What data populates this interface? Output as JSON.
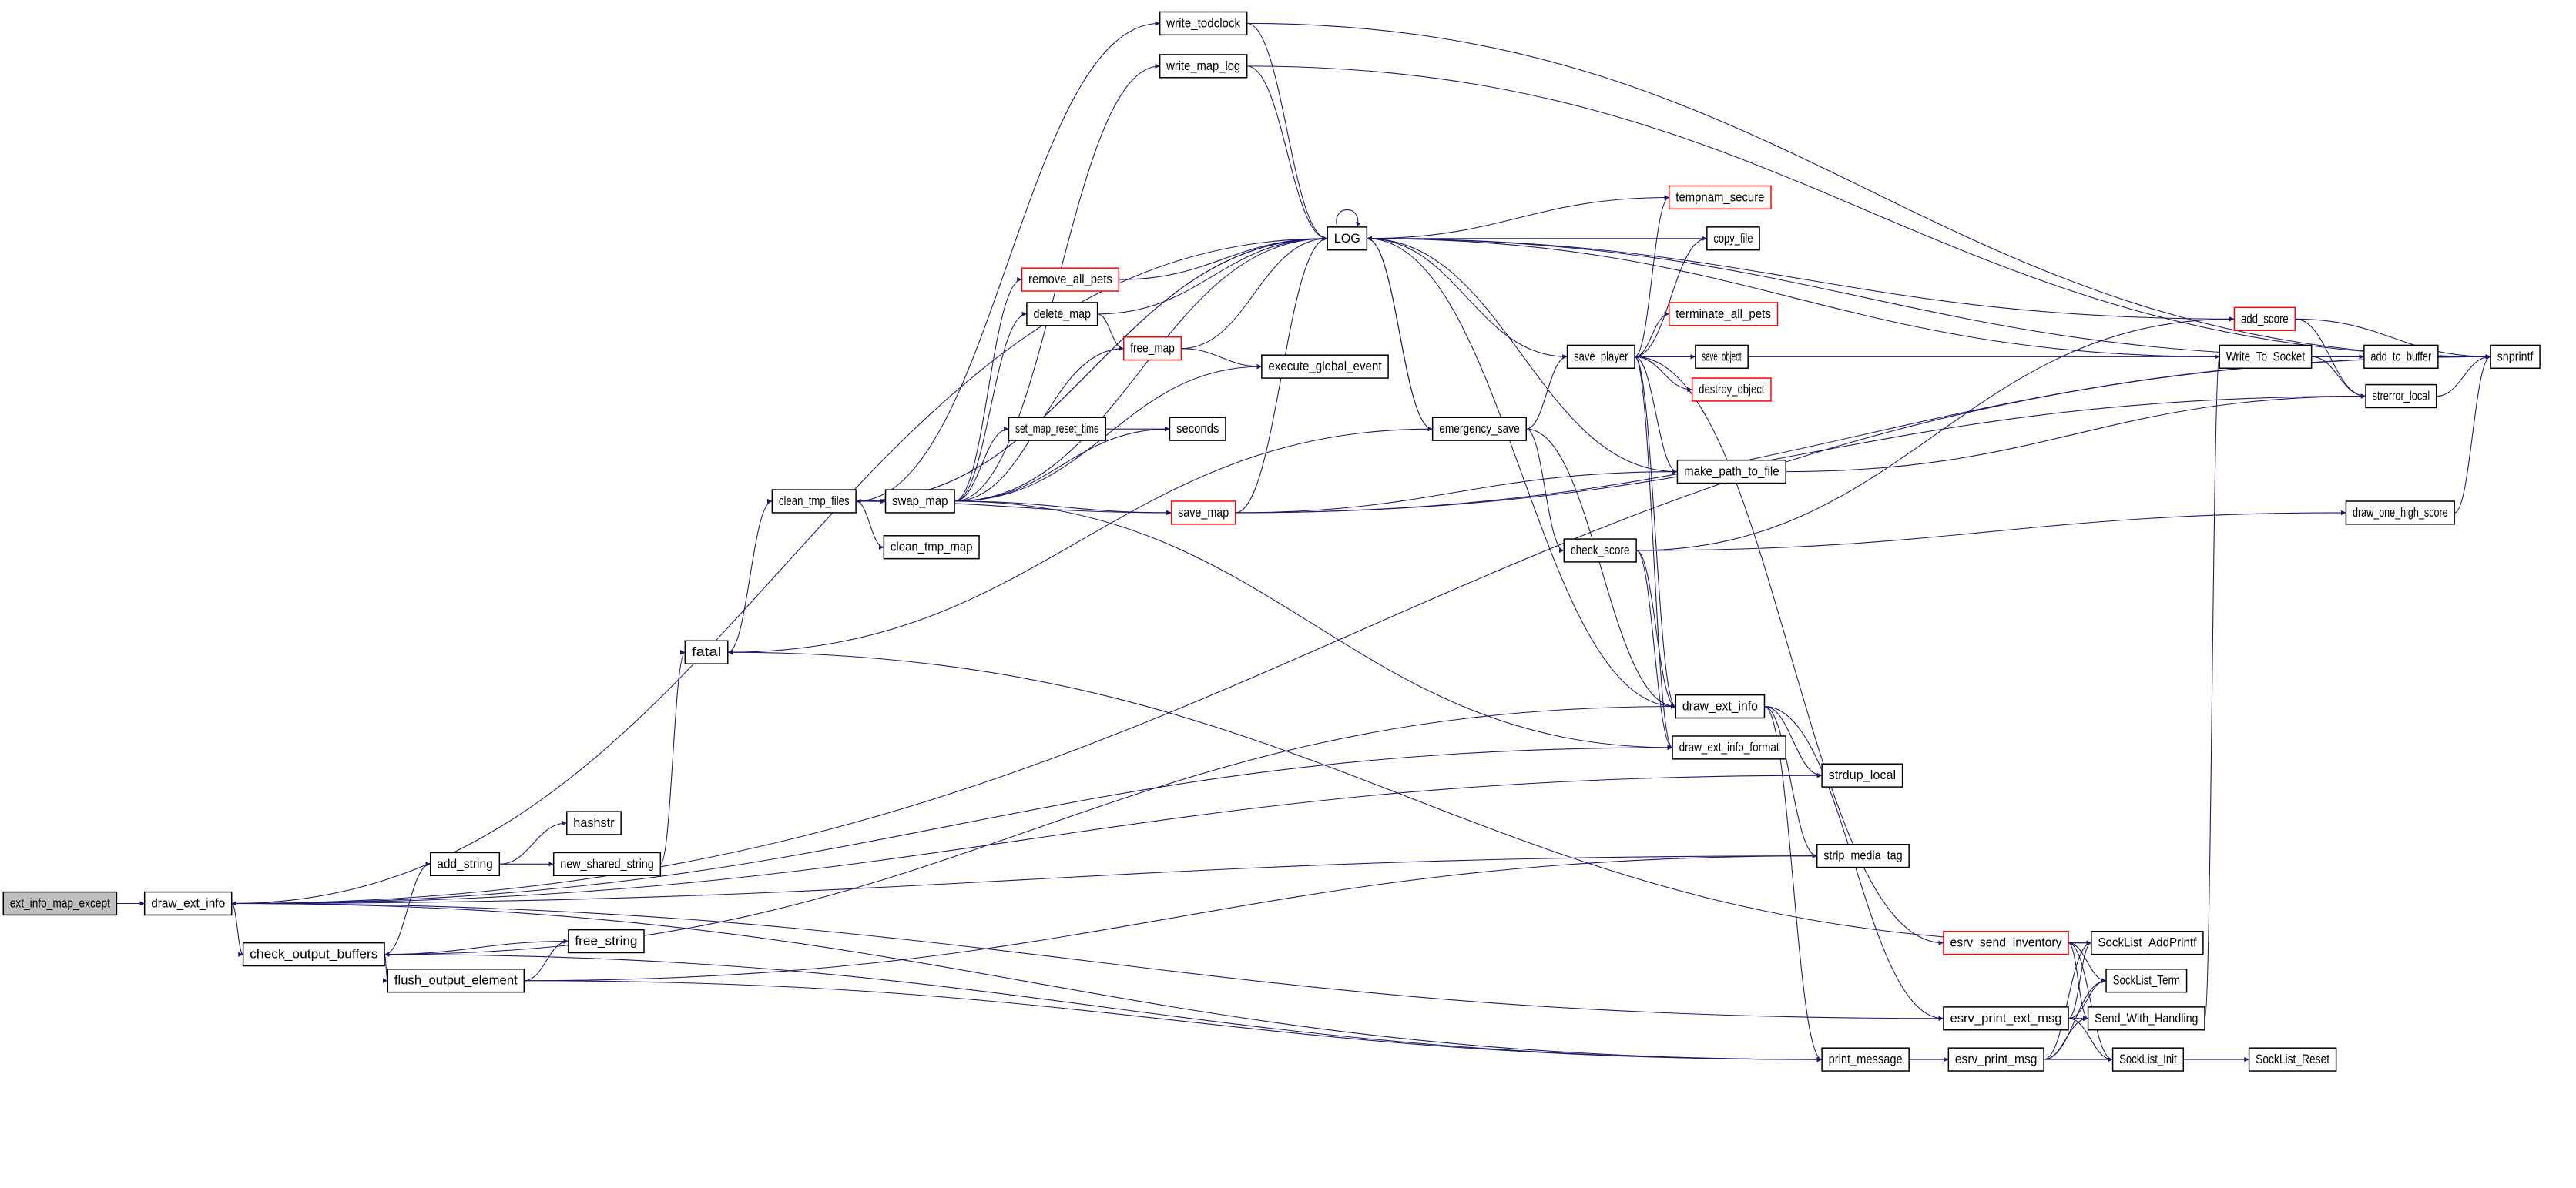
{
  "colors": {
    "edge": "#191970",
    "root_fill": "#bfbfbf",
    "node_border": "#000000",
    "truncated_border": "#ff0000"
  },
  "nodes": [
    {
      "id": "ext_info_map_except",
      "label": "ext_info_map_except",
      "root": true
    },
    {
      "id": "draw_ext_info",
      "label": "draw_ext_info"
    },
    {
      "id": "clean_tmp_files",
      "label": "clean_tmp_files"
    },
    {
      "id": "swap_map",
      "label": "swap_map"
    },
    {
      "id": "clean_tmp_map",
      "label": "clean_tmp_map"
    },
    {
      "id": "write_todclock",
      "label": "write_todclock"
    },
    {
      "id": "write_map_log",
      "label": "write_map_log"
    },
    {
      "id": "LOG",
      "label": "LOG"
    },
    {
      "id": "remove_all_pets",
      "label": "remove_all_pets",
      "truncated": true
    },
    {
      "id": "delete_map",
      "label": "delete_map"
    },
    {
      "id": "free_map",
      "label": "free_map",
      "truncated": true
    },
    {
      "id": "execute_global_event",
      "label": "execute_global_event"
    },
    {
      "id": "set_map_reset_time",
      "label": "set_map_reset_time"
    },
    {
      "id": "seconds",
      "label": "seconds"
    },
    {
      "id": "save_map",
      "label": "save_map",
      "truncated": true
    },
    {
      "id": "emergency_save",
      "label": "emergency_save"
    },
    {
      "id": "save_player",
      "label": "save_player"
    },
    {
      "id": "check_score",
      "label": "check_score"
    },
    {
      "id": "tempnam_secure",
      "label": "tempnam_secure",
      "truncated": true
    },
    {
      "id": "copy_file",
      "label": "copy_file"
    },
    {
      "id": "terminate_all_pets",
      "label": "terminate_all_pets",
      "truncated": true
    },
    {
      "id": "save_object",
      "label": "save_object"
    },
    {
      "id": "destroy_object",
      "label": "destroy_object",
      "truncated": true
    },
    {
      "id": "make_path_to_file",
      "label": "make_path_to_file"
    },
    {
      "id": "add_score",
      "label": "add_score",
      "truncated": true
    },
    {
      "id": "Write_To_Socket",
      "label": "Write_To_Socket"
    },
    {
      "id": "add_to_buffer",
      "label": "add_to_buffer"
    },
    {
      "id": "snprintf",
      "label": "snprintf"
    },
    {
      "id": "strerror_local",
      "label": "strerror_local"
    },
    {
      "id": "draw_one_high_score",
      "label": "draw_one_high_score"
    },
    {
      "id": "fatal",
      "label": "fatal"
    },
    {
      "id": "draw_ext_info_2",
      "label": "draw_ext_info"
    },
    {
      "id": "draw_ext_info_format",
      "label": "draw_ext_info_format"
    },
    {
      "id": "strdup_local",
      "label": "strdup_local"
    },
    {
      "id": "strip_media_tag",
      "label": "strip_media_tag"
    },
    {
      "id": "hashstr",
      "label": "hashstr"
    },
    {
      "id": "add_string",
      "label": "add_string"
    },
    {
      "id": "new_shared_string",
      "label": "new_shared_string"
    },
    {
      "id": "check_output_buffers",
      "label": "check_output_buffers"
    },
    {
      "id": "free_string",
      "label": "free_string"
    },
    {
      "id": "flush_output_element",
      "label": "flush_output_element"
    },
    {
      "id": "esrv_send_inventory",
      "label": "esrv_send_inventory",
      "truncated": true
    },
    {
      "id": "SockList_AddPrintf",
      "label": "SockList_AddPrintf"
    },
    {
      "id": "SockList_Term",
      "label": "SockList_Term"
    },
    {
      "id": "esrv_print_ext_msg",
      "label": "esrv_print_ext_msg"
    },
    {
      "id": "Send_With_Handling",
      "label": "Send_With_Handling"
    },
    {
      "id": "print_message",
      "label": "print_message"
    },
    {
      "id": "esrv_print_msg",
      "label": "esrv_print_msg"
    },
    {
      "id": "SockList_Init",
      "label": "SockList_Init"
    },
    {
      "id": "SockList_Reset",
      "label": "SockList_Reset"
    }
  ],
  "edges": [
    [
      "ext_info_map_except",
      "draw_ext_info"
    ],
    [
      "draw_ext_info",
      "LOG"
    ],
    [
      "draw_ext_info",
      "check_output_buffers"
    ],
    [
      "draw_ext_info",
      "snprintf"
    ],
    [
      "draw_ext_info",
      "strdup_local"
    ],
    [
      "draw_ext_info",
      "strip_media_tag"
    ],
    [
      "draw_ext_info",
      "print_message"
    ],
    [
      "draw_ext_info",
      "esrv_print_ext_msg"
    ],
    [
      "draw_ext_info_format",
      "draw_ext_info"
    ],
    [
      "check_output_buffers",
      "add_string"
    ],
    [
      "check_output_buffers",
      "free_string"
    ],
    [
      "check_output_buffers",
      "flush_output_element"
    ],
    [
      "check_output_buffers",
      "print_message"
    ],
    [
      "flush_output_element",
      "free_string"
    ],
    [
      "flush_output_element",
      "print_message"
    ],
    [
      "flush_output_element",
      "strip_media_tag"
    ],
    [
      "add_string",
      "hashstr"
    ],
    [
      "add_string",
      "new_shared_string"
    ],
    [
      "new_shared_string",
      "fatal"
    ],
    [
      "fatal",
      "clean_tmp_files"
    ],
    [
      "fatal",
      "emergency_save"
    ],
    [
      "SockList_AddPrintf",
      "fatal"
    ],
    [
      "clean_tmp_files",
      "LOG"
    ],
    [
      "LOG",
      "clean_tmp_files"
    ],
    [
      "clean_tmp_files",
      "swap_map"
    ],
    [
      "clean_tmp_files",
      "clean_tmp_map"
    ],
    [
      "clean_tmp_files",
      "save_map"
    ],
    [
      "clean_tmp_files",
      "write_todclock"
    ],
    [
      "swap_map",
      "write_map_log"
    ],
    [
      "swap_map",
      "LOG"
    ],
    [
      "swap_map",
      "remove_all_pets"
    ],
    [
      "swap_map",
      "delete_map"
    ],
    [
      "swap_map",
      "free_map"
    ],
    [
      "swap_map",
      "execute_global_event"
    ],
    [
      "swap_map",
      "set_map_reset_time"
    ],
    [
      "swap_map",
      "seconds"
    ],
    [
      "swap_map",
      "save_map"
    ],
    [
      "swap_map",
      "draw_ext_info_format"
    ],
    [
      "write_todclock",
      "LOG"
    ],
    [
      "write_todclock",
      "snprintf"
    ],
    [
      "write_map_log",
      "LOG"
    ],
    [
      "write_map_log",
      "snprintf"
    ],
    [
      "remove_all_pets",
      "LOG"
    ],
    [
      "delete_map",
      "LOG"
    ],
    [
      "delete_map",
      "free_map"
    ],
    [
      "free_map",
      "LOG"
    ],
    [
      "free_map",
      "execute_global_event"
    ],
    [
      "set_map_reset_time",
      "seconds"
    ],
    [
      "save_map",
      "LOG"
    ],
    [
      "save_map",
      "make_path_to_file"
    ],
    [
      "save_map",
      "strerror_local"
    ],
    [
      "save_map",
      "snprintf"
    ],
    [
      "LOG",
      "LOG"
    ],
    [
      "LOG",
      "emergency_save"
    ],
    [
      "emergency_save",
      "LOG"
    ],
    [
      "emergency_save",
      "save_player"
    ],
    [
      "emergency_save",
      "check_score"
    ],
    [
      "emergency_save",
      "draw_ext_info_2"
    ],
    [
      "save_player",
      "LOG"
    ],
    [
      "save_player",
      "tempnam_secure"
    ],
    [
      "save_player",
      "copy_file"
    ],
    [
      "save_player",
      "terminate_all_pets"
    ],
    [
      "save_player",
      "save_object"
    ],
    [
      "save_player",
      "destroy_object"
    ],
    [
      "save_player",
      "make_path_to_file"
    ],
    [
      "save_player",
      "snprintf"
    ],
    [
      "save_player",
      "draw_ext_info_2"
    ],
    [
      "save_player",
      "draw_ext_info_format"
    ],
    [
      "save_player",
      "esrv_send_inventory"
    ],
    [
      "tempnam_secure",
      "LOG"
    ],
    [
      "copy_file",
      "LOG"
    ],
    [
      "make_path_to_file",
      "LOG"
    ],
    [
      "make_path_to_file",
      "strerror_local"
    ],
    [
      "check_score",
      "add_score"
    ],
    [
      "check_score",
      "draw_one_high_score"
    ],
    [
      "check_score",
      "draw_ext_info_2"
    ],
    [
      "check_score",
      "draw_ext_info_format"
    ],
    [
      "add_score",
      "LOG"
    ],
    [
      "add_score",
      "snprintf"
    ],
    [
      "add_score",
      "strerror_local"
    ],
    [
      "Write_To_Socket",
      "LOG"
    ],
    [
      "Write_To_Socket",
      "add_to_buffer"
    ],
    [
      "Write_To_Socket",
      "strerror_local"
    ],
    [
      "add_to_buffer",
      "LOG"
    ],
    [
      "strerror_local",
      "snprintf"
    ],
    [
      "draw_one_high_score",
      "snprintf"
    ],
    [
      "draw_ext_info_2",
      "LOG"
    ],
    [
      "draw_ext_info_2",
      "check_output_buffers"
    ],
    [
      "draw_ext_info_2",
      "strdup_local"
    ],
    [
      "draw_ext_info_2",
      "strip_media_tag"
    ],
    [
      "draw_ext_info_2",
      "print_message"
    ],
    [
      "draw_ext_info_2",
      "esrv_print_ext_msg"
    ],
    [
      "print_message",
      "esrv_print_msg"
    ],
    [
      "esrv_send_inventory",
      "SockList_AddPrintf"
    ],
    [
      "esrv_send_inventory",
      "SockList_Term"
    ],
    [
      "esrv_send_inventory",
      "Send_With_Handling"
    ],
    [
      "esrv_send_inventory",
      "SockList_Init"
    ],
    [
      "esrv_print_ext_msg",
      "SockList_AddPrintf"
    ],
    [
      "esrv_print_ext_msg",
      "SockList_Term"
    ],
    [
      "esrv_print_ext_msg",
      "Send_With_Handling"
    ],
    [
      "esrv_print_ext_msg",
      "SockList_Init"
    ],
    [
      "esrv_print_msg",
      "SockList_AddPrintf"
    ],
    [
      "esrv_print_msg",
      "SockList_Term"
    ],
    [
      "esrv_print_msg",
      "Send_With_Handling"
    ],
    [
      "esrv_print_msg",
      "SockList_Init"
    ],
    [
      "SockList_Init",
      "SockList_Reset"
    ],
    [
      "Send_With_Handling",
      "Write_To_Socket"
    ]
  ]
}
